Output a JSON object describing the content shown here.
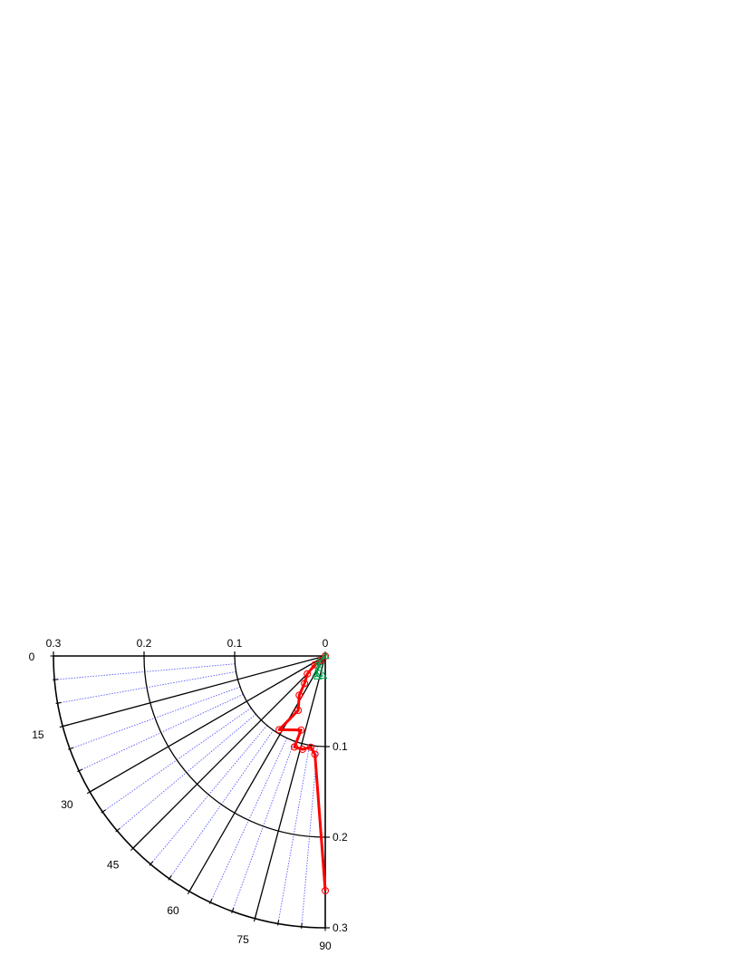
{
  "chart_data": {
    "type": "scatter",
    "coordinate_system": "polar-quadrant",
    "radial_axis": {
      "range": [
        0,
        0.3
      ],
      "ticks": [
        0,
        0.1,
        0.2,
        0.3
      ],
      "tick_labels": [
        "0",
        "0.1",
        "0.2",
        "0.3"
      ]
    },
    "angular_axis": {
      "range": [
        0,
        90
      ],
      "unit": "degrees",
      "major_ticks": [
        0,
        15,
        30,
        45,
        60,
        75,
        90
      ],
      "tick_labels": [
        "0",
        "15",
        "30",
        "45",
        "60",
        "75",
        "90"
      ],
      "minor_step": 5
    },
    "grid": true,
    "series": [
      {
        "color": "#ff0000",
        "markers": "circle",
        "points": [
          {
            "angle": 90.0,
            "r": 0.259
          },
          {
            "angle": 84.0,
            "r": 0.109
          },
          {
            "angle": 81.0,
            "r": 0.102
          },
          {
            "angle": 76.3,
            "r": 0.106
          },
          {
            "angle": 71.3,
            "r": 0.106
          },
          {
            "angle": 71.9,
            "r": 0.086
          },
          {
            "angle": 58.0,
            "r": 0.096
          },
          {
            "angle": 63.5,
            "r": 0.067
          },
          {
            "angle": 56.5,
            "r": 0.052
          },
          {
            "angle": 53.0,
            "r": 0.038
          },
          {
            "angle": 45.0,
            "r": 0.028
          },
          {
            "angle": 40.0,
            "r": 0.015
          },
          {
            "angle": 45.0,
            "r": 0.007
          },
          {
            "angle": 0.0,
            "r": 0.0
          }
        ]
      },
      {
        "color": "#00a050",
        "markers": "triangle",
        "points": [
          {
            "angle": 83.5,
            "r": 0.022
          },
          {
            "angle": 70.0,
            "r": 0.024
          },
          {
            "angle": 63.0,
            "r": 0.022
          },
          {
            "angle": 62.0,
            "r": 0.015
          },
          {
            "angle": 45.0,
            "r": 0.01
          },
          {
            "angle": 0.0,
            "r": 0.0
          }
        ]
      }
    ]
  }
}
